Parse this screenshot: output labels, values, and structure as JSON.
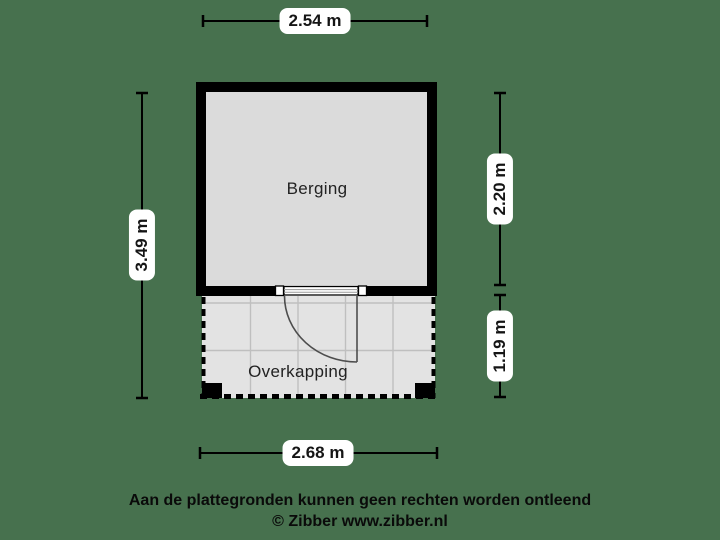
{
  "colors": {
    "background": "#47714E",
    "wall": "#000000",
    "berging_fill": "#DBDBDB",
    "overkapping_fill": "#E3E3E3",
    "grid_line": "#BFBFBF",
    "label_background": "#FFFFFF",
    "text": "#151515"
  },
  "rooms": {
    "berging": {
      "label": "Berging"
    },
    "overkapping": {
      "label": "Overkapping"
    }
  },
  "dimensions": {
    "top_width": "2.54 m",
    "total_height": "3.49 m",
    "berging_height": "2.20 m",
    "overkapping_height": "1.19 m",
    "bottom_width": "2.68 m"
  },
  "footer": {
    "disclaimer": "Aan de plattegronden kunnen geen rechten worden ontleend",
    "credit": "© Zibber www.zibber.nl"
  }
}
